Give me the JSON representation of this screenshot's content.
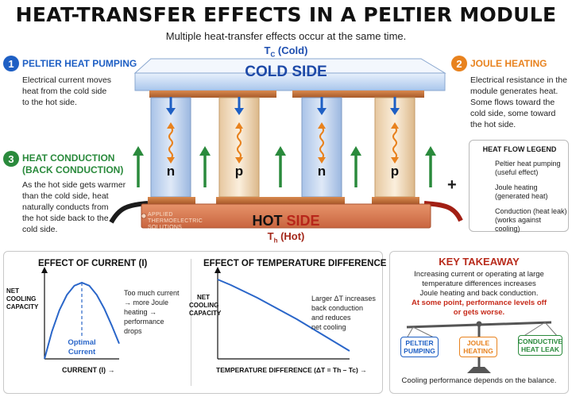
{
  "header": {
    "title": "HEAT-TRANSFER EFFECTS IN A PELTIER MODULE",
    "subtitle": "Multiple heat-transfer effects occur at the same time."
  },
  "effects": [
    {
      "number": "1",
      "title_lines": [
        "PELTIER HEAT PUMPING"
      ],
      "text_lines": [
        "Electrical current moves",
        "heat from the cold side",
        "to the hot side."
      ],
      "color": "#1e5fc4"
    },
    {
      "number": "2",
      "title_lines": [
        "JOULE HEATING"
      ],
      "text_lines": [
        "Electrical resistance in the",
        "module generates heat.",
        "Some flows toward the",
        "cold side, some toward",
        "the hot side."
      ],
      "color": "#e8821e"
    },
    {
      "number": "3",
      "title_lines": [
        "HEAT CONDUCTION",
        "(BACK CONDUCTION)"
      ],
      "text_lines": [
        "As the hot side gets warmer",
        "than the cold side, heat",
        "naturally conducts from",
        "the hot side back to the",
        "cold side."
      ],
      "color": "#2a8a3c"
    }
  ],
  "module": {
    "tc_label": "Tc (Cold)",
    "tc_main": "T",
    "tc_sub": "C",
    "tc_rest": " (Cold)",
    "th_label": "Th (Hot)",
    "th_main": "T",
    "th_sub": "h",
    "th_rest": " (Hot)",
    "cold_side": "COLD SIDE",
    "hot_side_a": "HOT",
    "hot_side_b": "SIDE",
    "brand_lines": [
      "APPLIED",
      "THERMOELECTRIC",
      "SOLUTIONS"
    ],
    "pillars": [
      "n",
      "p",
      "n",
      "p"
    ],
    "plus": "+"
  },
  "legend": {
    "title": "HEAT FLOW LEGEND",
    "items": [
      {
        "lines": [
          "Peltier heat pumping",
          "(useful effect)"
        ],
        "icon": "blue-arrow-icon",
        "color": "#1e5fc4"
      },
      {
        "lines": [
          "Joule heating",
          "(generated heat)"
        ],
        "icon": "orange-wavy-arrow-icon",
        "color": "#e8821e"
      },
      {
        "lines": [
          "Conduction (heat leak)",
          "(works against cooling)"
        ],
        "icon": "green-arrow-icon",
        "color": "#2a8a3c"
      }
    ]
  },
  "chart_data": [
    {
      "type": "line",
      "title": "EFFECT OF CURRENT (I)",
      "xlabel": "CURRENT (I) →",
      "ylabel_lines": [
        "NET",
        "COOLING",
        "CAPACITY"
      ],
      "annotation_lines": [
        "Too much current",
        "→ more Joule",
        "heating →",
        "performance",
        "drops"
      ],
      "optimal_lines": [
        "Optimal",
        "Current"
      ],
      "x": [
        0,
        1,
        2,
        3,
        4,
        5,
        6,
        7,
        8,
        9,
        10
      ],
      "series": [
        {
          "values": [
            0.0,
            0.36,
            0.64,
            0.84,
            0.96,
            1.0,
            0.96,
            0.84,
            0.66,
            0.44,
            0.2
          ]
        }
      ],
      "optimal_x": 5
    },
    {
      "type": "line",
      "title": "EFFECT OF TEMPERATURE DIFFERENCE (ΔT)",
      "xlabel": "TEMPERATURE DIFFERENCE (ΔT = Th – Tc) →",
      "ylabel_lines": [
        "NET",
        "COOLING",
        "CAPACITY"
      ],
      "annotation_lines": [
        "Larger ΔT increases",
        "back conduction",
        "and reduces",
        "net cooling"
      ],
      "x": [
        0,
        1,
        2,
        3,
        4,
        5,
        6,
        7,
        8,
        9,
        10
      ],
      "series": [
        {
          "values": [
            1.0,
            0.93,
            0.85,
            0.77,
            0.68,
            0.59,
            0.5,
            0.4,
            0.3,
            0.2,
            0.1
          ]
        }
      ]
    }
  ],
  "takeaway": {
    "title": "KEY TAKEAWAY",
    "text_lines": [
      "Increasing current or operating at large",
      "temperature differences increases",
      "Joule heating and back conduction."
    ],
    "red_lines": [
      "At some point, performance levels off",
      "or gets worse."
    ],
    "boxes": [
      {
        "lines": [
          "PELTIER",
          "PUMPING"
        ],
        "color": "#1e5fc4"
      },
      {
        "lines": [
          "JOULE",
          "HEATING"
        ],
        "color": "#e8821e"
      },
      {
        "lines": [
          "CONDUCTIVE",
          "HEAT LEAK"
        ],
        "color": "#2a8a3c"
      }
    ],
    "footer": "Cooling performance depends on the balance."
  }
}
